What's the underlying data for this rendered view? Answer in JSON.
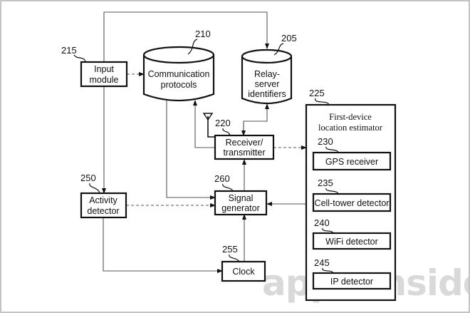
{
  "diagram": {
    "watermark": "appleinsider",
    "nodes": {
      "input_module": {
        "ref": "215",
        "lines": [
          "Input",
          "module"
        ]
      },
      "communication_protocols": {
        "ref": "210",
        "lines": [
          "Communication",
          "protocols"
        ]
      },
      "relay_server_identifiers": {
        "ref": "205",
        "lines": [
          "Relay-",
          "server",
          "identifiers"
        ]
      },
      "receiver_transmitter": {
        "ref": "220",
        "lines": [
          "Receiver/",
          "transmitter"
        ]
      },
      "location_estimator": {
        "ref": "225",
        "lines": [
          "First-device",
          "location estimator"
        ]
      },
      "gps_receiver": {
        "ref": "230",
        "label": "GPS receiver"
      },
      "cell_tower_detector": {
        "ref": "235",
        "label": "Cell-tower detector"
      },
      "wifi_detector": {
        "ref": "240",
        "label": "WiFi detector"
      },
      "ip_detector": {
        "ref": "245",
        "label": "IP detector"
      },
      "activity_detector": {
        "ref": "250",
        "lines": [
          "Activity",
          "detector"
        ]
      },
      "clock": {
        "ref": "255",
        "label": "Clock"
      },
      "signal_generator": {
        "ref": "260",
        "lines": [
          "Signal",
          "generator"
        ]
      }
    },
    "edges": [
      {
        "from": "input_module",
        "to": "communication_protocols"
      },
      {
        "from": "input_module",
        "to": "relay_server_identifiers"
      },
      {
        "from": "input_module",
        "to": "activity_detector"
      },
      {
        "from": "communication_protocols",
        "to": "signal_generator"
      },
      {
        "from": "receiver_transmitter",
        "to": "communication_protocols"
      },
      {
        "from": "receiver_transmitter",
        "to": "relay_server_identifiers",
        "bidirectional": true
      },
      {
        "from": "receiver_transmitter",
        "to": "location_estimator",
        "style": "dashed"
      },
      {
        "from": "signal_generator",
        "to": "receiver_transmitter"
      },
      {
        "from": "activity_detector",
        "to": "signal_generator"
      },
      {
        "from": "activity_detector",
        "to": "clock"
      },
      {
        "from": "clock",
        "to": "signal_generator"
      },
      {
        "from": "location_estimator",
        "to": "signal_generator"
      }
    ]
  }
}
